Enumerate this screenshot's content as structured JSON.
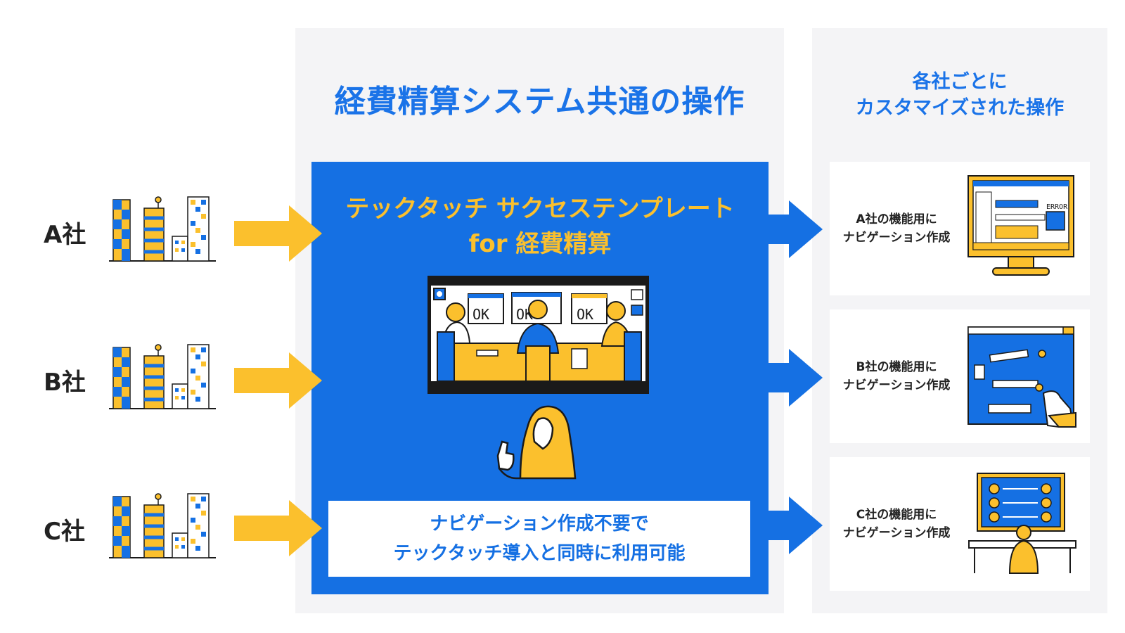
{
  "common_section": {
    "title": "経費精算システム共通の操作",
    "template_title": [
      "テックタッチ サクセステンプレート",
      "for 経費精算"
    ],
    "notice": [
      "ナビゲーション作成不要で",
      "テックタッチ導入と同時に利用可能"
    ],
    "screen_labels": [
      "OK",
      "OK",
      "OK"
    ]
  },
  "custom_section": {
    "title": [
      "各社ごとに",
      "カスタマイズされた操作"
    ],
    "cards": [
      {
        "line1": "A社の機能用に",
        "line2": "ナビゲーション作成",
        "screen_label": "ERROR"
      },
      {
        "line1": "B社の機能用に",
        "line2": "ナビゲーション作成"
      },
      {
        "line1": "C社の機能用に",
        "line2": "ナビゲーション作成"
      }
    ]
  },
  "companies": [
    "A社",
    "B社",
    "C社"
  ],
  "colors": {
    "brand_blue": "#1570e3",
    "title_blue": "#1a73e8",
    "accent_yellow": "#fbc02d",
    "panel_gray": "#f4f4f6",
    "text_dark": "#222222"
  },
  "icons": [
    "buildings-icon",
    "right-arrow-icon",
    "team-at-computers-illustration",
    "thumbs-up-person-illustration",
    "monitor-error-illustration",
    "drag-board-illustration",
    "person-at-desk-illustration"
  ]
}
